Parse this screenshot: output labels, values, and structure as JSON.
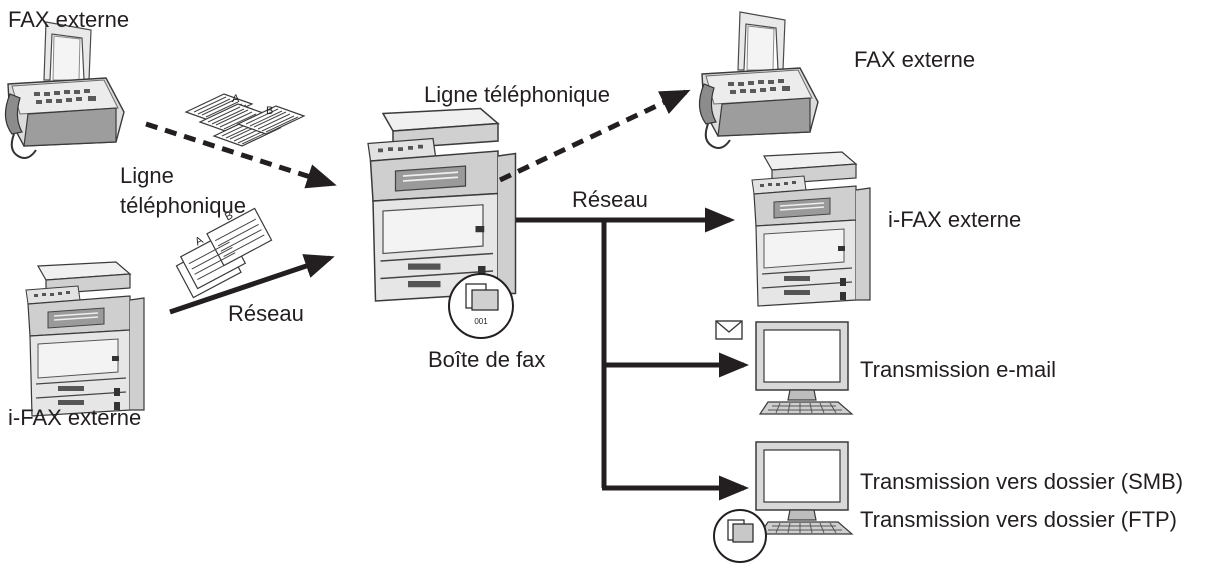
{
  "labels": {
    "fax_externe_left": "FAX externe",
    "ligne_telephonique_left_1": "Ligne",
    "ligne_telephonique_left_2": "téléphonique",
    "reseau_left": "Réseau",
    "ifax_externe_left": "i-FAX externe",
    "ligne_telephonique_top": "Ligne téléphonique",
    "fax_externe_right": "FAX externe",
    "reseau_right": "Réseau",
    "ifax_externe_right": "i-FAX externe",
    "boite_de_fax": "Boîte de fax",
    "transmission_email": "Transmission e-mail",
    "transmission_smb": "Transmission vers dossier (SMB)",
    "transmission_ftp": "Transmission vers dossier (FTP)"
  },
  "document_letters": {
    "a": "A",
    "b": "B"
  },
  "box_number": "001",
  "icons": {
    "fax_machine": "fax-machine-icon",
    "mfp": "multifunction-printer-icon",
    "computer": "computer-monitor-icon",
    "envelope": "envelope-icon",
    "documents": "document-stack-icon",
    "folder_box": "fax-box-folder-icon"
  },
  "colors": {
    "line": "#231f20",
    "body": "#e6e6e6",
    "shade": "#bdbdbd",
    "dark": "#6b6b6b"
  }
}
